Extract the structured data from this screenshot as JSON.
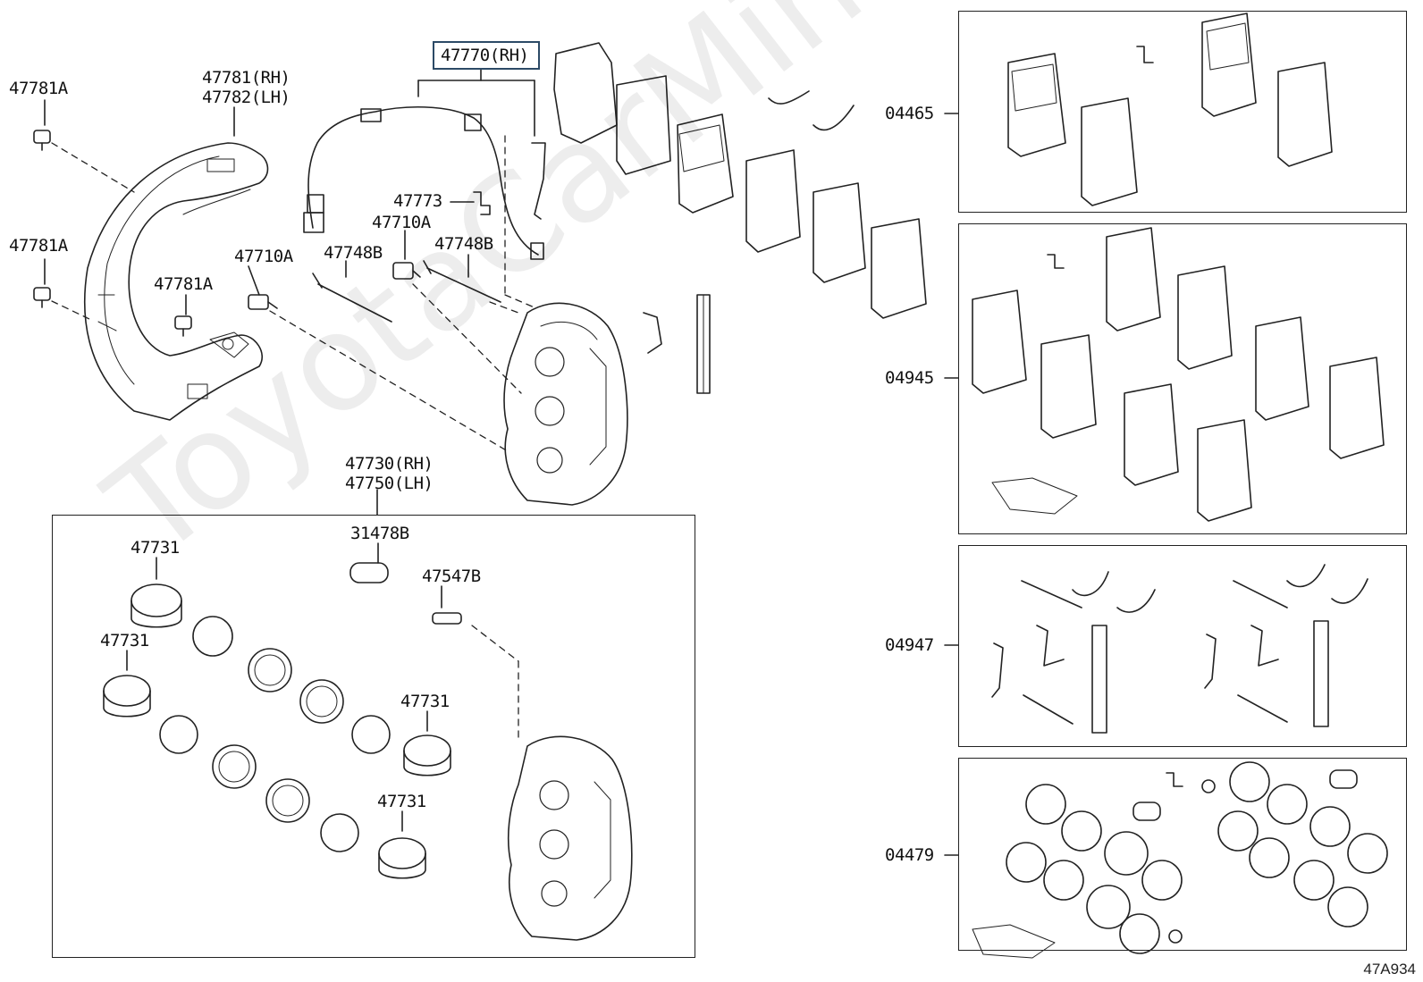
{
  "labels": {
    "p47781A_a": "47781A",
    "p47781A_b": "47781A",
    "p47781A_c": "47781A",
    "p47781_rh": "47781(RH)",
    "p47782_lh": "47782(LH)",
    "p47770_rh": "47770(RH)",
    "p47773": "47773",
    "p47710A_a": "47710A",
    "p47710A_b": "47710A",
    "p47748B_a": "47748B",
    "p47748B_b": "47748B",
    "p47730_rh": "47730(RH)",
    "p47750_lh": "47750(LH)",
    "p31478B": "31478B",
    "p47547B": "47547B",
    "p47731_a": "47731",
    "p47731_b": "47731",
    "p47731_c": "47731",
    "p47731_d": "47731",
    "k04465": "04465",
    "k04945": "04945",
    "k04947": "04947",
    "k04479": "04479"
  },
  "watermark": "ToyotaCarMine",
  "diagram_code": "47A934",
  "highlight_color": "#2c4a66"
}
